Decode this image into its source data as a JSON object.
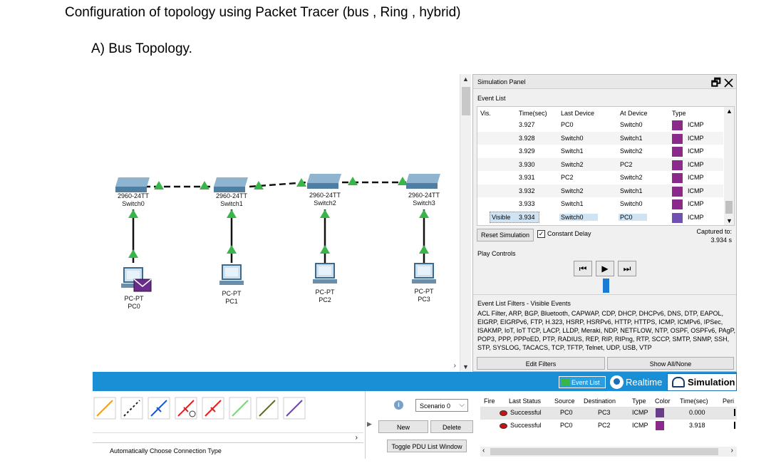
{
  "document": {
    "title": "Configuration  of  topology  using Packet Tracer (bus , Ring , hybrid)",
    "subtitle": "A)   Bus Topology."
  },
  "workspace": {
    "switches": [
      {
        "model": "2960-24TT",
        "name": "Switch0"
      },
      {
        "model": "2960-24TT",
        "name": "Switch1"
      },
      {
        "model": "2960-24TT",
        "name": "Switch2"
      },
      {
        "model": "2960-24TT",
        "name": "Switch3"
      }
    ],
    "pcs": [
      {
        "type": "PC-PT",
        "name": "PC0"
      },
      {
        "type": "PC-PT",
        "name": "PC1"
      },
      {
        "type": "PC-PT",
        "name": "PC2"
      },
      {
        "type": "PC-PT",
        "name": "PC3"
      }
    ],
    "link_up_color": "#3ab54a",
    "envelope_color": "#6b2d8a"
  },
  "sim_panel": {
    "title": "Simulation Panel",
    "event_list_label": "Event List",
    "columns": [
      "Vis.",
      "Time(sec)",
      "Last Device",
      "At Device",
      "Type"
    ],
    "rows": [
      {
        "vis": "",
        "time": "3.927",
        "last": "PC0",
        "at": "Switch0",
        "type": "ICMP"
      },
      {
        "vis": "",
        "time": "3.928",
        "last": "Switch0",
        "at": "Switch1",
        "type": "ICMP"
      },
      {
        "vis": "",
        "time": "3.929",
        "last": "Switch1",
        "at": "Switch2",
        "type": "ICMP"
      },
      {
        "vis": "",
        "time": "3.930",
        "last": "Switch2",
        "at": "PC2",
        "type": "ICMP"
      },
      {
        "vis": "",
        "time": "3.931",
        "last": "PC2",
        "at": "Switch2",
        "type": "ICMP"
      },
      {
        "vis": "",
        "time": "3.932",
        "last": "Switch2",
        "at": "Switch1",
        "type": "ICMP"
      },
      {
        "vis": "",
        "time": "3.933",
        "last": "Switch1",
        "at": "Switch0",
        "type": "ICMP"
      },
      {
        "vis": "Visible",
        "time": "3.934",
        "last": "Switch0",
        "at": "PC0",
        "type": "ICMP"
      }
    ],
    "icmp_color": "#8b2a8b",
    "reset_label": "Reset Simulation",
    "constant_delay_label": "Constant Delay",
    "constant_delay_checked": true,
    "captured_label": "Captured to:",
    "captured_value": "3.934 s",
    "play_controls_label": "Play Controls",
    "filters_label": "Event List Filters - Visible Events",
    "filters_text": "ACL Filter, ARP, BGP, Bluetooth, CAPWAP, CDP, DHCP, DHCPv6, DNS, DTP, EAPOL, EIGRP, EIGRPv6, FTP, H.323, HSRP, HSRPv6, HTTP, HTTPS, ICMP, ICMPv6, IPSec, ISAKMP, IoT, IoT TCP, LACP, LLDP, Meraki, NDP, NETFLOW, NTP, OSPF, OSPFv6, PAgP, POP3, PPP, PPPoED, PTP, RADIUS, REP, RIP, RIPng, RTP, SCCP, SMTP, SNMP, SSH, STP, SYSLOG, TACACS, TCP, TFTP, Telnet, UDP, USB, VTP",
    "edit_filters_label": "Edit Filters",
    "show_all_label": "Show All/None"
  },
  "mode_bar": {
    "event_list_tab": "Event List",
    "realtime_tab": "Realtime",
    "simulation_tab": "Simulation"
  },
  "bottom": {
    "connection_label": "Automatically Choose Connection Type",
    "scenario_value": "Scenario 0",
    "new_label": "New",
    "delete_label": "Delete",
    "toggle_label": "Toggle PDU List Window",
    "pdu_columns": [
      "Fire",
      "Last Status",
      "Source",
      "Destination",
      "Type",
      "Color",
      "Time(sec)",
      "Peri"
    ],
    "pdu_rows": [
      {
        "status": "Successful",
        "source": "PC0",
        "dest": "PC3",
        "type": "ICMP",
        "time": "0.000"
      },
      {
        "status": "Successful",
        "source": "PC0",
        "dest": "PC2",
        "type": "ICMP",
        "time": "3.918"
      }
    ],
    "pdu_color": "#8b2a8b"
  }
}
